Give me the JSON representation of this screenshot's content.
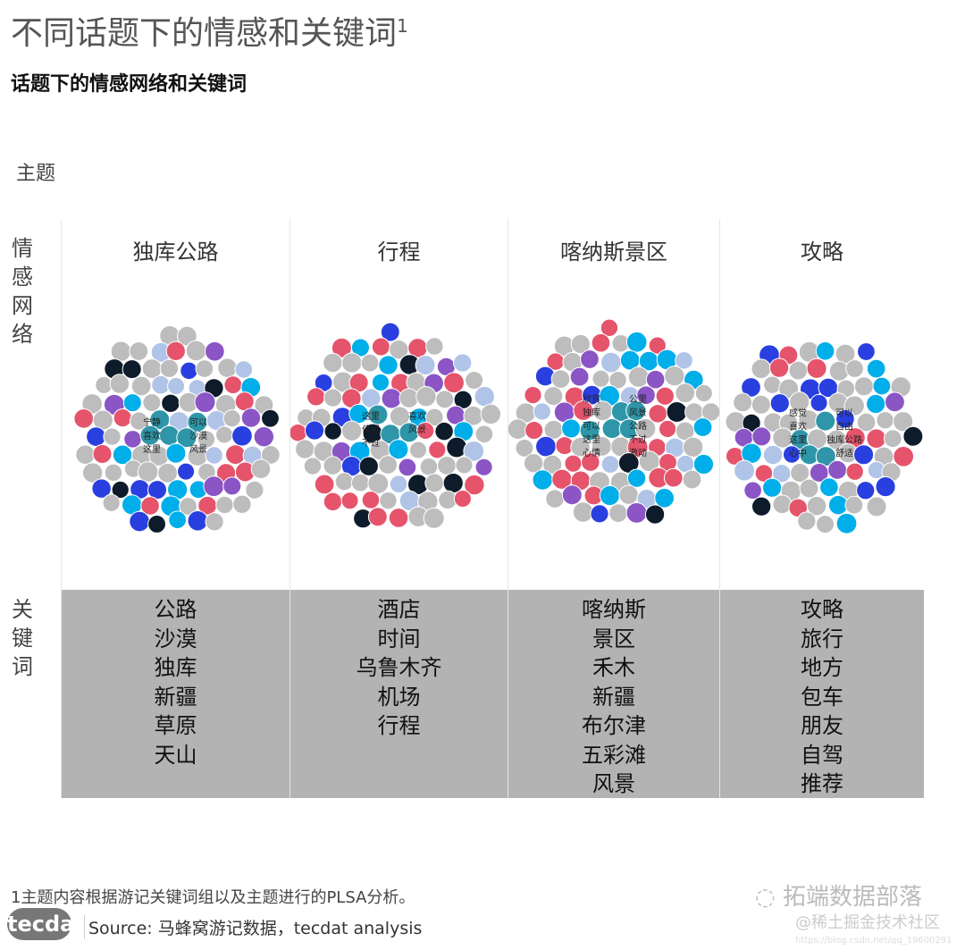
{
  "title": "不同话题下的情感和关键词",
  "title_sup": "1",
  "subtitle": "话题下的情感网络和关键词",
  "theme_label": "主题",
  "row_labels": {
    "network": "情感网络",
    "keywords": "关键词"
  },
  "colors": {
    "gray": "#bdbdbd",
    "red": "#e5546b",
    "navy": "#0d1b2a",
    "cyan": "#00aee9",
    "blue": "#2a3fe0",
    "lightblue": "#b0c4e8",
    "purple": "#8b55c6",
    "teal": "#2e96a8",
    "keyword_bg": "#b3b3b3"
  },
  "chart_data": {
    "type": "network",
    "topics": [
      {
        "name": "独库公路",
        "keywords": [
          "公路",
          "沙漠",
          "独库",
          "新疆",
          "草原",
          "天山"
        ],
        "network_labels": [
          "宁静",
          "可以",
          "喜欢",
          "沙漠",
          "这里",
          "风景"
        ]
      },
      {
        "name": "行程",
        "keywords": [
          "酒店",
          "时间",
          "乌鲁木齐",
          "机场",
          "行程"
        ],
        "network_labels": [
          "这里",
          "喜欢",
          "值得",
          "风景",
          "不过"
        ]
      },
      {
        "name": "喀纳斯景区",
        "keywords": [
          "喀纳斯",
          "景区",
          "禾木",
          "新疆",
          "布尔津",
          "五彩滩",
          "风景"
        ],
        "network_labels": [
          "欣赏",
          "公里",
          "独库",
          "风景",
          "可以",
          "公路",
          "这里",
          "不过",
          "心情",
          "激动"
        ]
      },
      {
        "name": "攻略",
        "keywords": [
          "攻略",
          "旅行",
          "地方",
          "包车",
          "朋友",
          "自驾",
          "推荐"
        ],
        "network_labels": [
          "感觉",
          "可以",
          "喜欢",
          "自由",
          "这里",
          "独库公路",
          "心中",
          "舒适"
        ]
      }
    ]
  },
  "footnote": "1主题内容根据游记关键词组以及主题进行的PLSA分析。",
  "logo": "tecdat",
  "source": "Source: 马蜂窝游记数据，tecdat analysis",
  "watermark": "拓端数据部落",
  "watermark2": "@稀土掘金技术社区",
  "url": "https://blog.csdn.net/qq_19600291"
}
